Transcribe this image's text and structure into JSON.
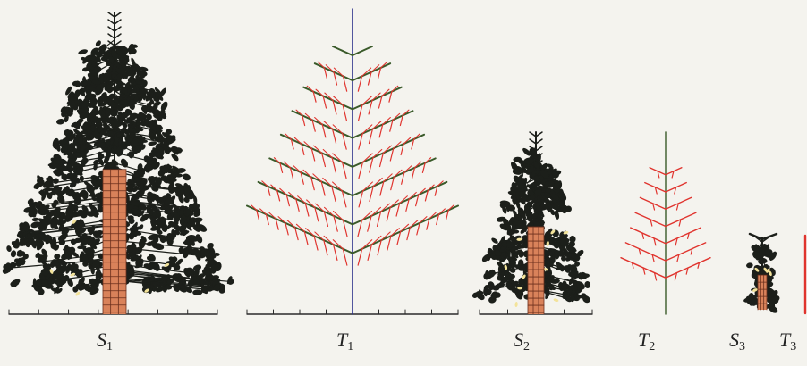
{
  "panels": [
    {
      "id": "s1",
      "letter": "S",
      "index": "1"
    },
    {
      "id": "t1",
      "letter": "T",
      "index": "1"
    },
    {
      "id": "s2",
      "letter": "S",
      "index": "2"
    },
    {
      "id": "t2",
      "letter": "T",
      "index": "2"
    },
    {
      "id": "s3",
      "letter": "S",
      "index": "3"
    },
    {
      "id": "t3",
      "letter": "T",
      "index": "3"
    }
  ],
  "colors": {
    "foliage": "#1c1f1a",
    "trunk": "#d9825a",
    "trunk_grid": "#6b2f1c",
    "branch_green": "#3a5a2a",
    "twig_red": "#e0342e",
    "axis_blue": "#2a2f8a",
    "ground": "#2b2b2b",
    "yellow": "#f3e39a"
  }
}
